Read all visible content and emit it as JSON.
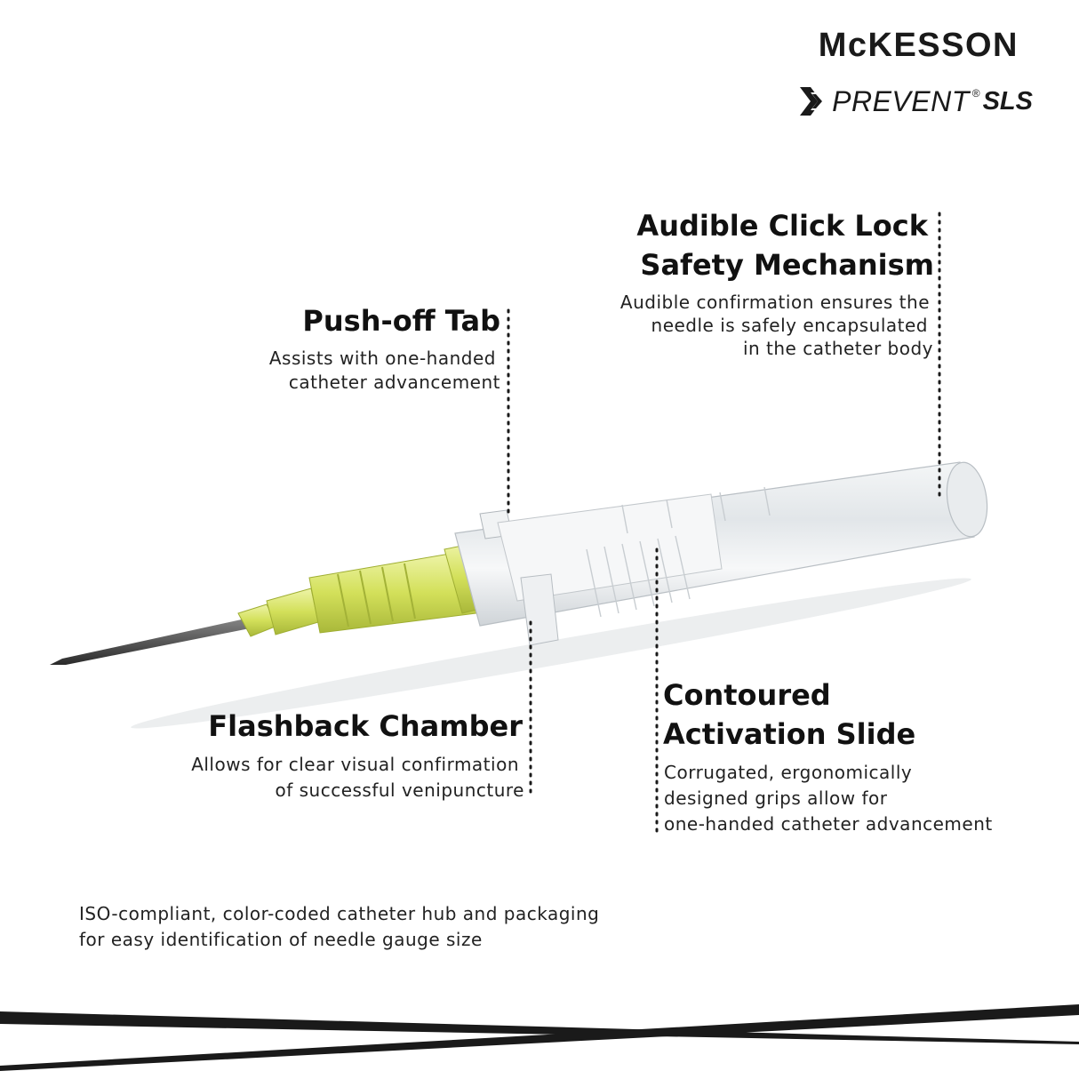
{
  "brand": {
    "logo_text": "McKESSON",
    "sub_logo": {
      "name": "PREVENT",
      "registered": "®",
      "suffix": "SLS"
    }
  },
  "callouts": {
    "audible_click_lock": {
      "title_line1": "Audible Click Lock",
      "title_line2": "Safety Mechanism",
      "desc_line1": "Audible confirmation ensures the",
      "desc_line2": "needle is safely encapsulated",
      "desc_line3": "in the catheter body"
    },
    "push_off_tab": {
      "title": "Push-off Tab",
      "desc_line1": "Assists with one-handed",
      "desc_line2": "catheter advancement"
    },
    "flashback_chamber": {
      "title": "Flashback Chamber",
      "desc_line1": "Allows for clear visual confirmation",
      "desc_line2": "of successful venipuncture"
    },
    "contoured_slide": {
      "title_line1": "Contoured",
      "title_line2": "Activation Slide",
      "desc_line1": "Corrugated, ergonomically",
      "desc_line2": "designed grips allow for",
      "desc_line3": "one-handed catheter advancement"
    }
  },
  "footer_note": {
    "line1": "ISO-compliant, color-coded catheter hub and packaging",
    "line2": "for easy identification of needle gauge size"
  },
  "colors": {
    "text": "#1a1a1a",
    "hub_yellow": "#d9e66a",
    "hub_yellow_dark": "#b5c43a",
    "clear_body": "#e6e9ec",
    "needle": "#555555"
  }
}
